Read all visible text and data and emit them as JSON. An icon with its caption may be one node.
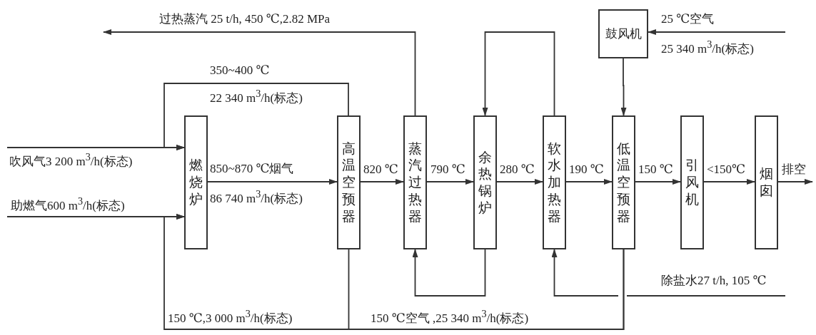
{
  "diagram": {
    "nodes": [
      {
        "text": [
          "燃烧炉"
        ]
      },
      {
        "text": [
          "高温空预器"
        ]
      },
      {
        "text": [
          "蒸汽过热器"
        ]
      },
      {
        "text": [
          "余热锅炉"
        ]
      },
      {
        "text": [
          "软水加热器"
        ]
      },
      {
        "text": [
          "低温空预器"
        ]
      },
      {
        "text": [
          "引风机"
        ]
      },
      {
        "text": [
          "烟囱"
        ]
      },
      {
        "text": [
          "鼓风机"
        ]
      }
    ],
    "edges": [
      {
        "from": null,
        "to": 0,
        "arrow": "to",
        "label": "吹风气3 200 m$^{3}$/h(标态)"
      },
      {
        "from": null,
        "to": 0,
        "arrow": "to",
        "label": "助燃气600 m$^{3}$/h(标态)"
      },
      {
        "from": 0,
        "to": 1,
        "arrow": "to",
        "label": "850~870 ℃烟气"
      },
      {
        "from": 1,
        "to": 2,
        "arrow": "to",
        "label": "820 ℃"
      },
      {
        "from": 2,
        "to": 3,
        "arrow": "to",
        "label": "790 ℃"
      },
      {
        "from": 3,
        "to": 4,
        "arrow": "to",
        "label": "280 ℃"
      },
      {
        "from": 4,
        "to": 5,
        "arrow": "to",
        "label": "190 ℃"
      },
      {
        "from": 5,
        "to": 6,
        "arrow": "to",
        "label": "150 ℃"
      },
      {
        "from": 6,
        "to": 7,
        "arrow": "to",
        "label": "<150℃"
      },
      {
        "from": 7,
        "to": null,
        "arrow": "to",
        "label": "排空"
      },
      {
        "from": 1,
        "to": 0,
        "arrow": "to",
        "label": "350~400 ℃"
      },
      {
        "from": 5,
        "to": 0,
        "arrow": "to",
        "label": "150 ℃,3 000 m$^{3}$/h(标态)"
      },
      {
        "from": 5,
        "to": 1,
        "arrow": "none",
        "label": "150 ℃空气 ,25 340 m$^{3}$/h(标态)"
      },
      {
        "from": 2,
        "to": null,
        "arrow": "to",
        "label": "过热蒸汽 25 t/h, 450 ℃,2.82 MPa"
      },
      {
        "from": 4,
        "to": 3,
        "arrow": "to"
      },
      {
        "from": 3,
        "to": 2,
        "arrow": "to"
      },
      {
        "from": null,
        "to": 4,
        "arrow": "to",
        "label": "除盐水27 t/h, 105 ℃"
      },
      {
        "from": null,
        "to": 8,
        "arrow": "to",
        "label": "25 ℃空气"
      },
      {
        "from": 8,
        "to": 5,
        "arrow": "to"
      }
    ],
    "labels": [
      "86 740 m$^{3}$/h(标态)",
      "22 340 m$^{3}$/h(标态)",
      "25 340 m$^{3}$/h(标态)"
    ]
  }
}
